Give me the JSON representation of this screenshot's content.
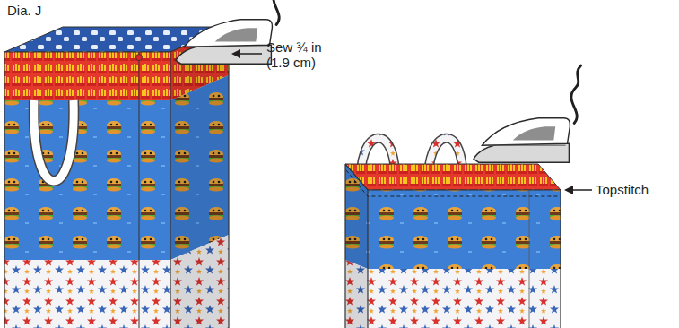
{
  "diagram": {
    "labels": [
      "Dia. J",
      "Sew ¾ in (1.9 cm)",
      "Topstitch"
    ]
  }
}
